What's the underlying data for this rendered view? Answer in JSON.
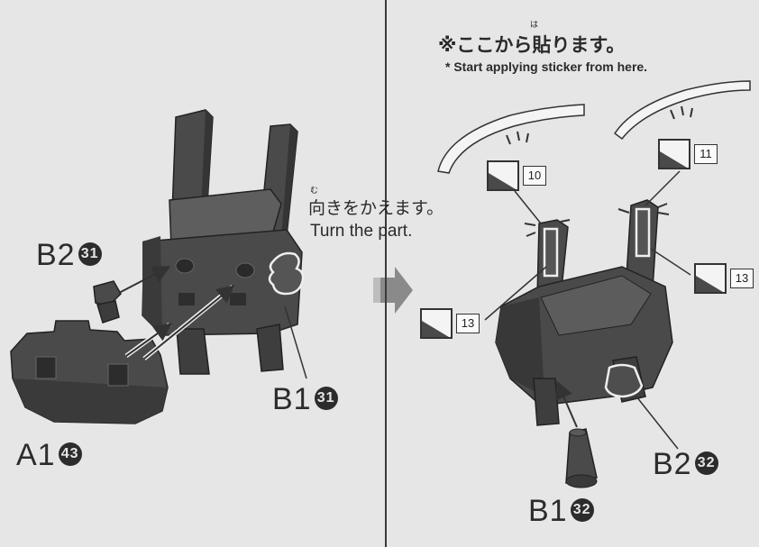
{
  "left_panel": {
    "labels": {
      "b2": {
        "text": "B2",
        "num": "31"
      },
      "a1": {
        "text": "A1",
        "num": "43"
      },
      "b1": {
        "text": "B1",
        "num": "31"
      }
    }
  },
  "middle": {
    "instruction_jp": "向きをかえます。",
    "instruction_ruby": "む",
    "instruction_en": "Turn the part."
  },
  "right_panel": {
    "note_jp": "※ここから貼ります。",
    "note_ruby": "は",
    "note_en": "* Start applying sticker from here.",
    "stickers": [
      {
        "num": "10"
      },
      {
        "num": "11"
      },
      {
        "num": "13"
      },
      {
        "num": "13"
      }
    ],
    "labels": {
      "b2": {
        "text": "B2",
        "num": "32"
      },
      "b1": {
        "text": "B1",
        "num": "32"
      }
    }
  },
  "colors": {
    "background": "#e6e6e6",
    "part": "#4a4a4a",
    "part_dark": "#353535",
    "part_light": "#5e5e5e",
    "ink": "#2c2c2c"
  }
}
